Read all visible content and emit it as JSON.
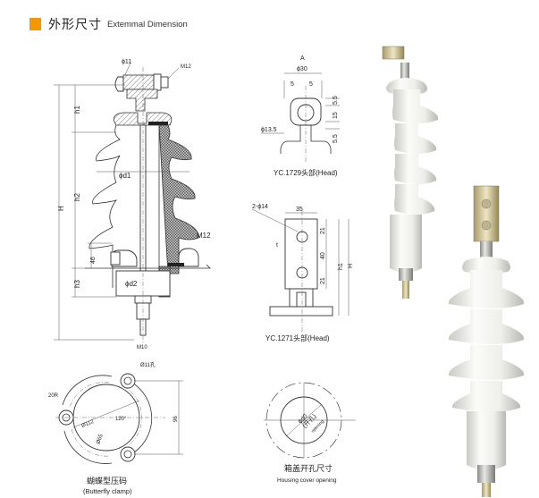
{
  "header": {
    "title_cn": "外形尺寸",
    "title_en": "Extemmal Dimension",
    "accent_color": "#f39800"
  },
  "main_drawing": {
    "labels": {
      "phi11": "ϕ11",
      "m12_top": "M12",
      "h1": "h1",
      "h2": "h2",
      "h3": "h3",
      "H": "H",
      "phi_d1": "ϕd1",
      "dim_46": "46",
      "m12_side": "M12",
      "phi_d2": "ϕd2",
      "m10": "M10"
    }
  },
  "head_1729": {
    "labels": {
      "A": "A",
      "phi30": "ϕ30",
      "five_left": "5",
      "five_right": "5",
      "dim_5_5_top": "5.5",
      "dim_15": "15",
      "dim_5_5_bottom": "5.5",
      "phi13_5": "ϕ13.5"
    },
    "caption": "YC.1729头部(Head)"
  },
  "head_1271": {
    "labels": {
      "holes": "2-ϕ14",
      "dim_35": "35",
      "t": "t",
      "dim_21_top": "21",
      "dim_40": "40",
      "dim_21_bottom": "21",
      "h1": "h1",
      "H": "H"
    },
    "caption": "YC.1271头部(Head)"
  },
  "butterfly_clamp": {
    "labels": {
      "hole": "Ø11孔",
      "r20": "20R",
      "phi112": "Ø112",
      "phi65": "Ø65",
      "angle": "120°",
      "dim_96": "96"
    },
    "caption_cn": "蝴蝶型压码",
    "caption_en": "(Butterfly clamp)"
  },
  "housing_cover": {
    "labels": {
      "phi_d0": "ϕd0",
      "kaikong": "(开孔)",
      "opening": "opening"
    },
    "caption_cn": "箱盖开孔尺寸",
    "caption_en": "Housing cover opening"
  }
}
